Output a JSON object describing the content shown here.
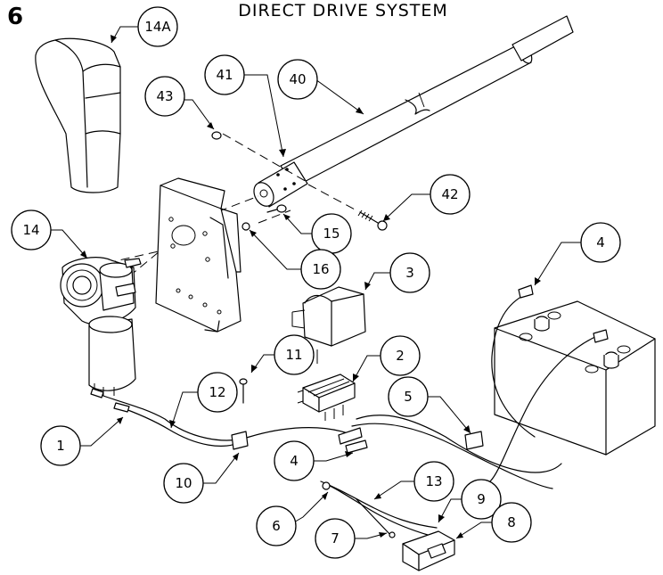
{
  "page": {
    "number": "6",
    "title": "DIRECT DRIVE SYSTEM"
  },
  "callouts": [
    {
      "id": "c-14a",
      "label": "14A"
    },
    {
      "id": "c-41",
      "label": "41"
    },
    {
      "id": "c-40",
      "label": "40"
    },
    {
      "id": "c-43",
      "label": "43"
    },
    {
      "id": "c-42",
      "label": "42"
    },
    {
      "id": "c-15",
      "label": "15"
    },
    {
      "id": "c-14",
      "label": "14"
    },
    {
      "id": "c-16",
      "label": "16"
    },
    {
      "id": "c-3",
      "label": "3"
    },
    {
      "id": "c-4a",
      "label": "4"
    },
    {
      "id": "c-11",
      "label": "11"
    },
    {
      "id": "c-2",
      "label": "2"
    },
    {
      "id": "c-12",
      "label": "12"
    },
    {
      "id": "c-5",
      "label": "5"
    },
    {
      "id": "c-1",
      "label": "1"
    },
    {
      "id": "c-4b",
      "label": "4"
    },
    {
      "id": "c-10",
      "label": "10"
    },
    {
      "id": "c-13",
      "label": "13"
    },
    {
      "id": "c-9",
      "label": "9"
    },
    {
      "id": "c-6",
      "label": "6"
    },
    {
      "id": "c-8",
      "label": "8"
    },
    {
      "id": "c-7",
      "label": "7"
    }
  ]
}
